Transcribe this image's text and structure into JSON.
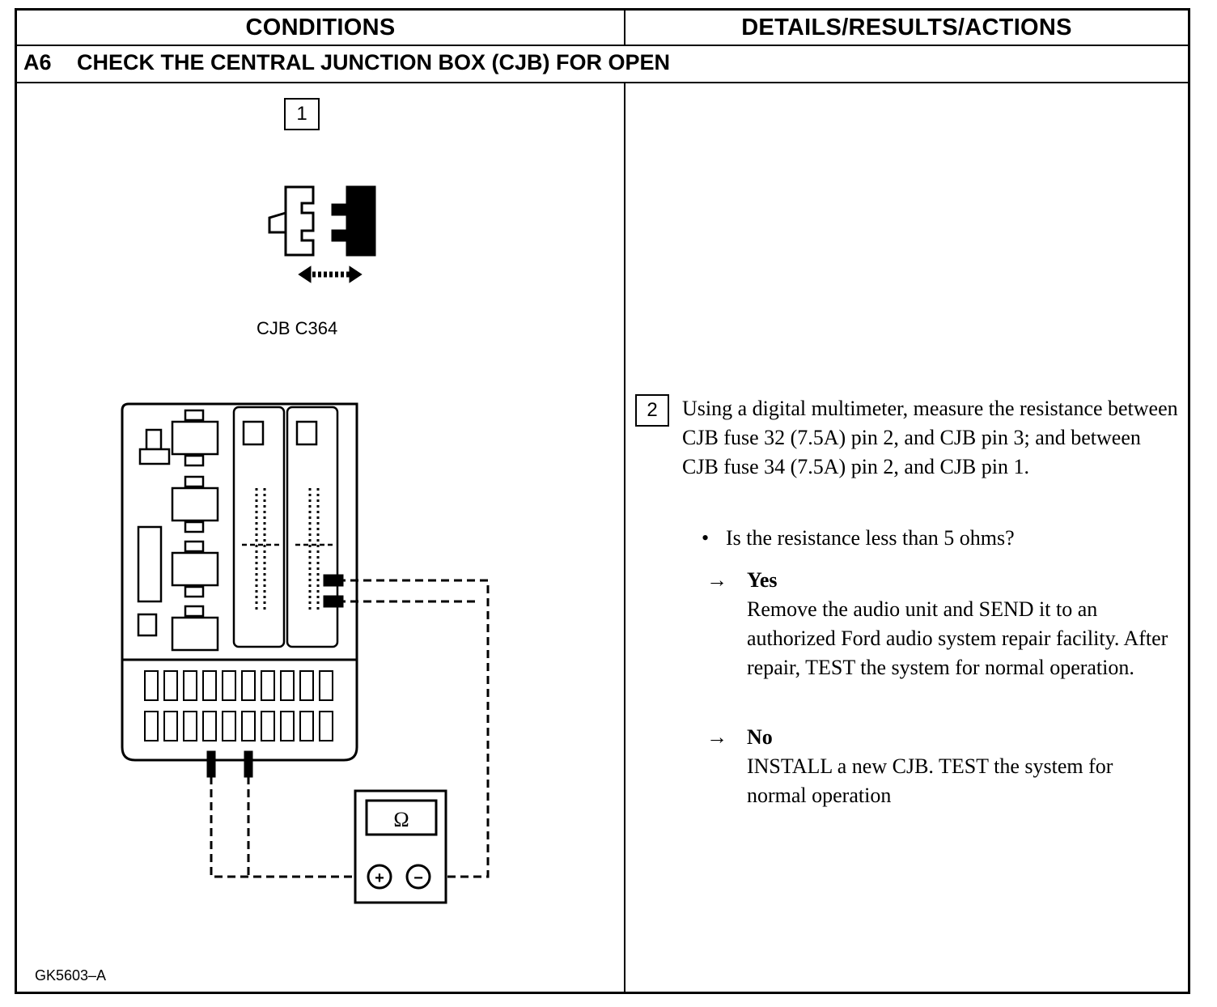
{
  "header": {
    "left": "CONDITIONS",
    "right": "DETAILS/RESULTS/ACTIONS"
  },
  "test": {
    "id": "A6",
    "title": "CHECK THE CENTRAL JUNCTION BOX (CJB) FOR OPEN"
  },
  "figure": {
    "step1": "1",
    "connector_label": "CJB C364",
    "meter_symbol": "Ω",
    "plus_symbol": "+",
    "minus_symbol": "−",
    "figure_id": "GK5603–A"
  },
  "details": {
    "step2": "2",
    "instruction": "Using a digital multimeter, measure the resistance between CJB fuse 32 (7.5A) pin 2, and CJB pin 3; and between CJB fuse 34 (7.5A) pin 2, and CJB pin 1.",
    "bullet_marker": "•",
    "question": "Is the resistance less than 5 ohms?",
    "answer_arrow": "→",
    "yes_label": "Yes",
    "yes_action": "Remove the audio unit and SEND it to an authorized Ford audio system repair facility. After repair, TEST the system for normal operation.",
    "no_label": "No",
    "no_action": "INSTALL a new CJB. TEST the system for normal operation"
  }
}
